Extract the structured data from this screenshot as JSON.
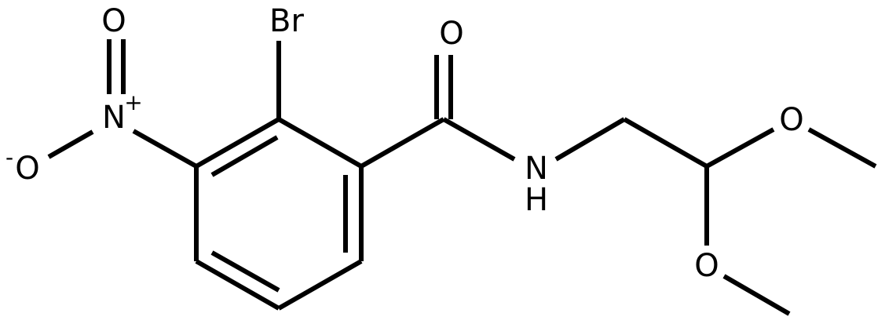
{
  "molecule": {
    "atoms": {
      "bromine": "Br",
      "nitro_nitrogen": "N",
      "nitro_plus": "+",
      "nitro_oxygen_top": "O",
      "nitro_oxygen_left": "O",
      "nitro_minus": "-",
      "carbonyl_oxygen": "O",
      "amide_nitrogen": "N",
      "amide_hydrogen": "H",
      "methoxy_oxygen_upper": "O",
      "methoxy_oxygen_lower": "O"
    },
    "colors": {
      "bond": "#000000",
      "atom_label": "#000000",
      "background": "#ffffff"
    }
  }
}
